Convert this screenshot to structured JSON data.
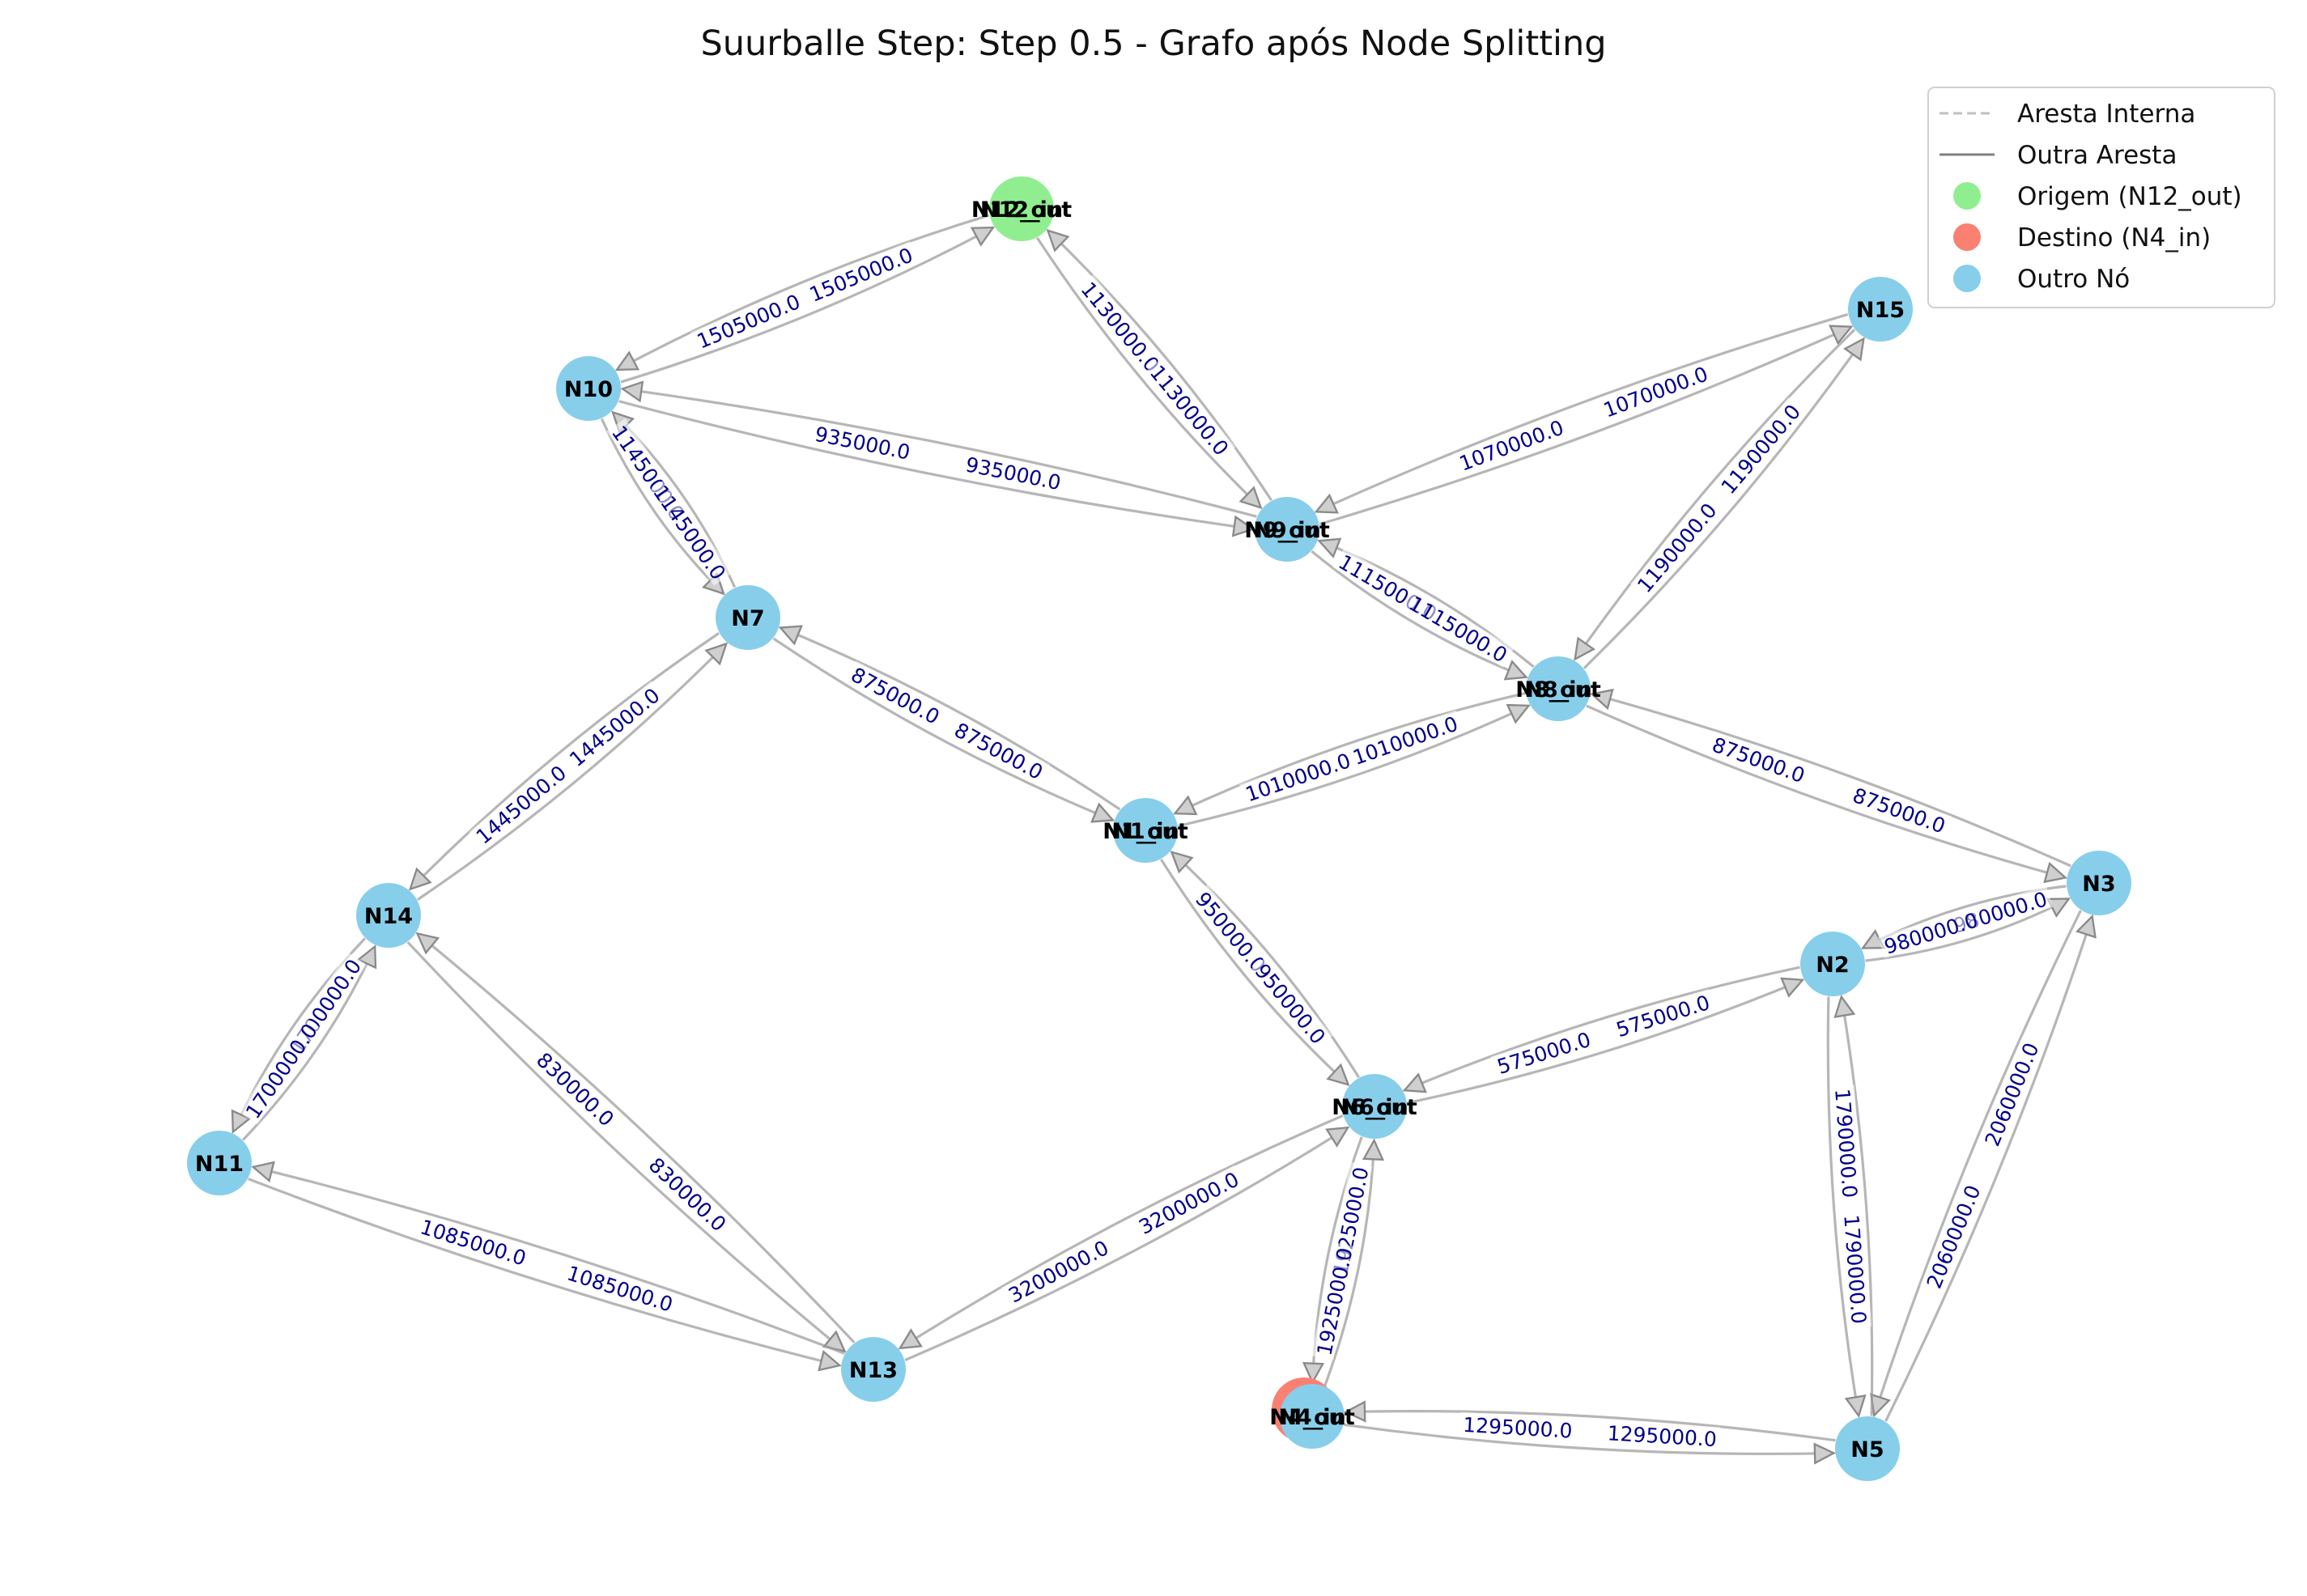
{
  "title": "Suurballe Step: Step 0.5 - Grafo após Node Splitting",
  "colors": {
    "origin": "#90ee90",
    "destination": "#fa8072",
    "node": "#87ceeb",
    "edge": "#9e9e9e",
    "label": "#00008b"
  },
  "legend": {
    "items": [
      {
        "label": "Aresta Interna",
        "kind": "dashed-line",
        "color": "#c0c0c0"
      },
      {
        "label": "Outra Aresta",
        "kind": "solid-line",
        "color": "#808080"
      },
      {
        "label": "Origem (N12_out)",
        "kind": "circle",
        "color": "#90ee90"
      },
      {
        "label": "Destino (N4_in)",
        "kind": "circle",
        "color": "#fa8072"
      },
      {
        "label": "Outro Nó",
        "kind": "circle",
        "color": "#87ceeb"
      }
    ]
  },
  "nodes": [
    {
      "id": "N12",
      "labels": [
        "N12_in",
        "N12_out"
      ],
      "color": "#90ee90"
    },
    {
      "id": "N10",
      "labels": [
        "N10"
      ],
      "color": "#87ceeb"
    },
    {
      "id": "N15",
      "labels": [
        "N15"
      ],
      "color": "#87ceeb"
    },
    {
      "id": "N9",
      "labels": [
        "N9_in",
        "N9_out"
      ],
      "color": "#87ceeb"
    },
    {
      "id": "N7",
      "labels": [
        "N7"
      ],
      "color": "#87ceeb"
    },
    {
      "id": "N8",
      "labels": [
        "N8_in",
        "N8_out"
      ],
      "color": "#87ceeb"
    },
    {
      "id": "N1",
      "labels": [
        "N1_in",
        "N1_out"
      ],
      "color": "#87ceeb"
    },
    {
      "id": "N3",
      "labels": [
        "N3"
      ],
      "color": "#87ceeb"
    },
    {
      "id": "N14",
      "labels": [
        "N14"
      ],
      "color": "#87ceeb"
    },
    {
      "id": "N2",
      "labels": [
        "N2"
      ],
      "color": "#87ceeb"
    },
    {
      "id": "N6",
      "labels": [
        "N6_in",
        "N6_out"
      ],
      "color": "#87ceeb"
    },
    {
      "id": "N11",
      "labels": [
        "N11"
      ],
      "color": "#87ceeb"
    },
    {
      "id": "N13",
      "labels": [
        "N13"
      ],
      "color": "#87ceeb"
    },
    {
      "id": "N4",
      "labels": [
        "N4_in",
        "N4_out"
      ],
      "color": "#87ceeb",
      "accent": "#fa8072"
    },
    {
      "id": "N5",
      "labels": [
        "N5"
      ],
      "color": "#87ceeb"
    }
  ],
  "edges": [
    {
      "a": "N12",
      "b": "N10",
      "weight": "1505000.0"
    },
    {
      "a": "N12",
      "b": "N9",
      "weight": "1130000.0"
    },
    {
      "a": "N10",
      "b": "N9",
      "weight": "935000.0"
    },
    {
      "a": "N10",
      "b": "N7",
      "weight": "1145000.0"
    },
    {
      "a": "N15",
      "b": "N9",
      "weight": "1070000.0"
    },
    {
      "a": "N15",
      "b": "N8",
      "weight": "1190000.0"
    },
    {
      "a": "N9",
      "b": "N8",
      "weight": "1115000.0"
    },
    {
      "a": "N7",
      "b": "N1",
      "weight": "875000.0"
    },
    {
      "a": "N7",
      "b": "N14",
      "weight": "1445000.0"
    },
    {
      "a": "N8",
      "b": "N1",
      "weight": "1010000.0"
    },
    {
      "a": "N8",
      "b": "N3",
      "weight": "875000.0"
    },
    {
      "a": "N1",
      "b": "N6",
      "weight": "950000.0"
    },
    {
      "a": "N3",
      "b": "N2",
      "weight": "980000.0"
    },
    {
      "a": "N3",
      "b": "N5",
      "weight": "2060000.0"
    },
    {
      "a": "N2",
      "b": "N6",
      "weight": "575000.0"
    },
    {
      "a": "N2",
      "b": "N5",
      "weight": "1790000.0"
    },
    {
      "a": "N14",
      "b": "N11",
      "weight": "1700000.0"
    },
    {
      "a": "N14",
      "b": "N13",
      "weight": "830000.0"
    },
    {
      "a": "N11",
      "b": "N13",
      "weight": "1085000.0"
    },
    {
      "a": "N13",
      "b": "N6",
      "weight": "3200000.0"
    },
    {
      "a": "N6",
      "b": "N4",
      "weight": "1925000.0"
    },
    {
      "a": "N4",
      "b": "N5",
      "weight": "1295000.0"
    }
  ]
}
